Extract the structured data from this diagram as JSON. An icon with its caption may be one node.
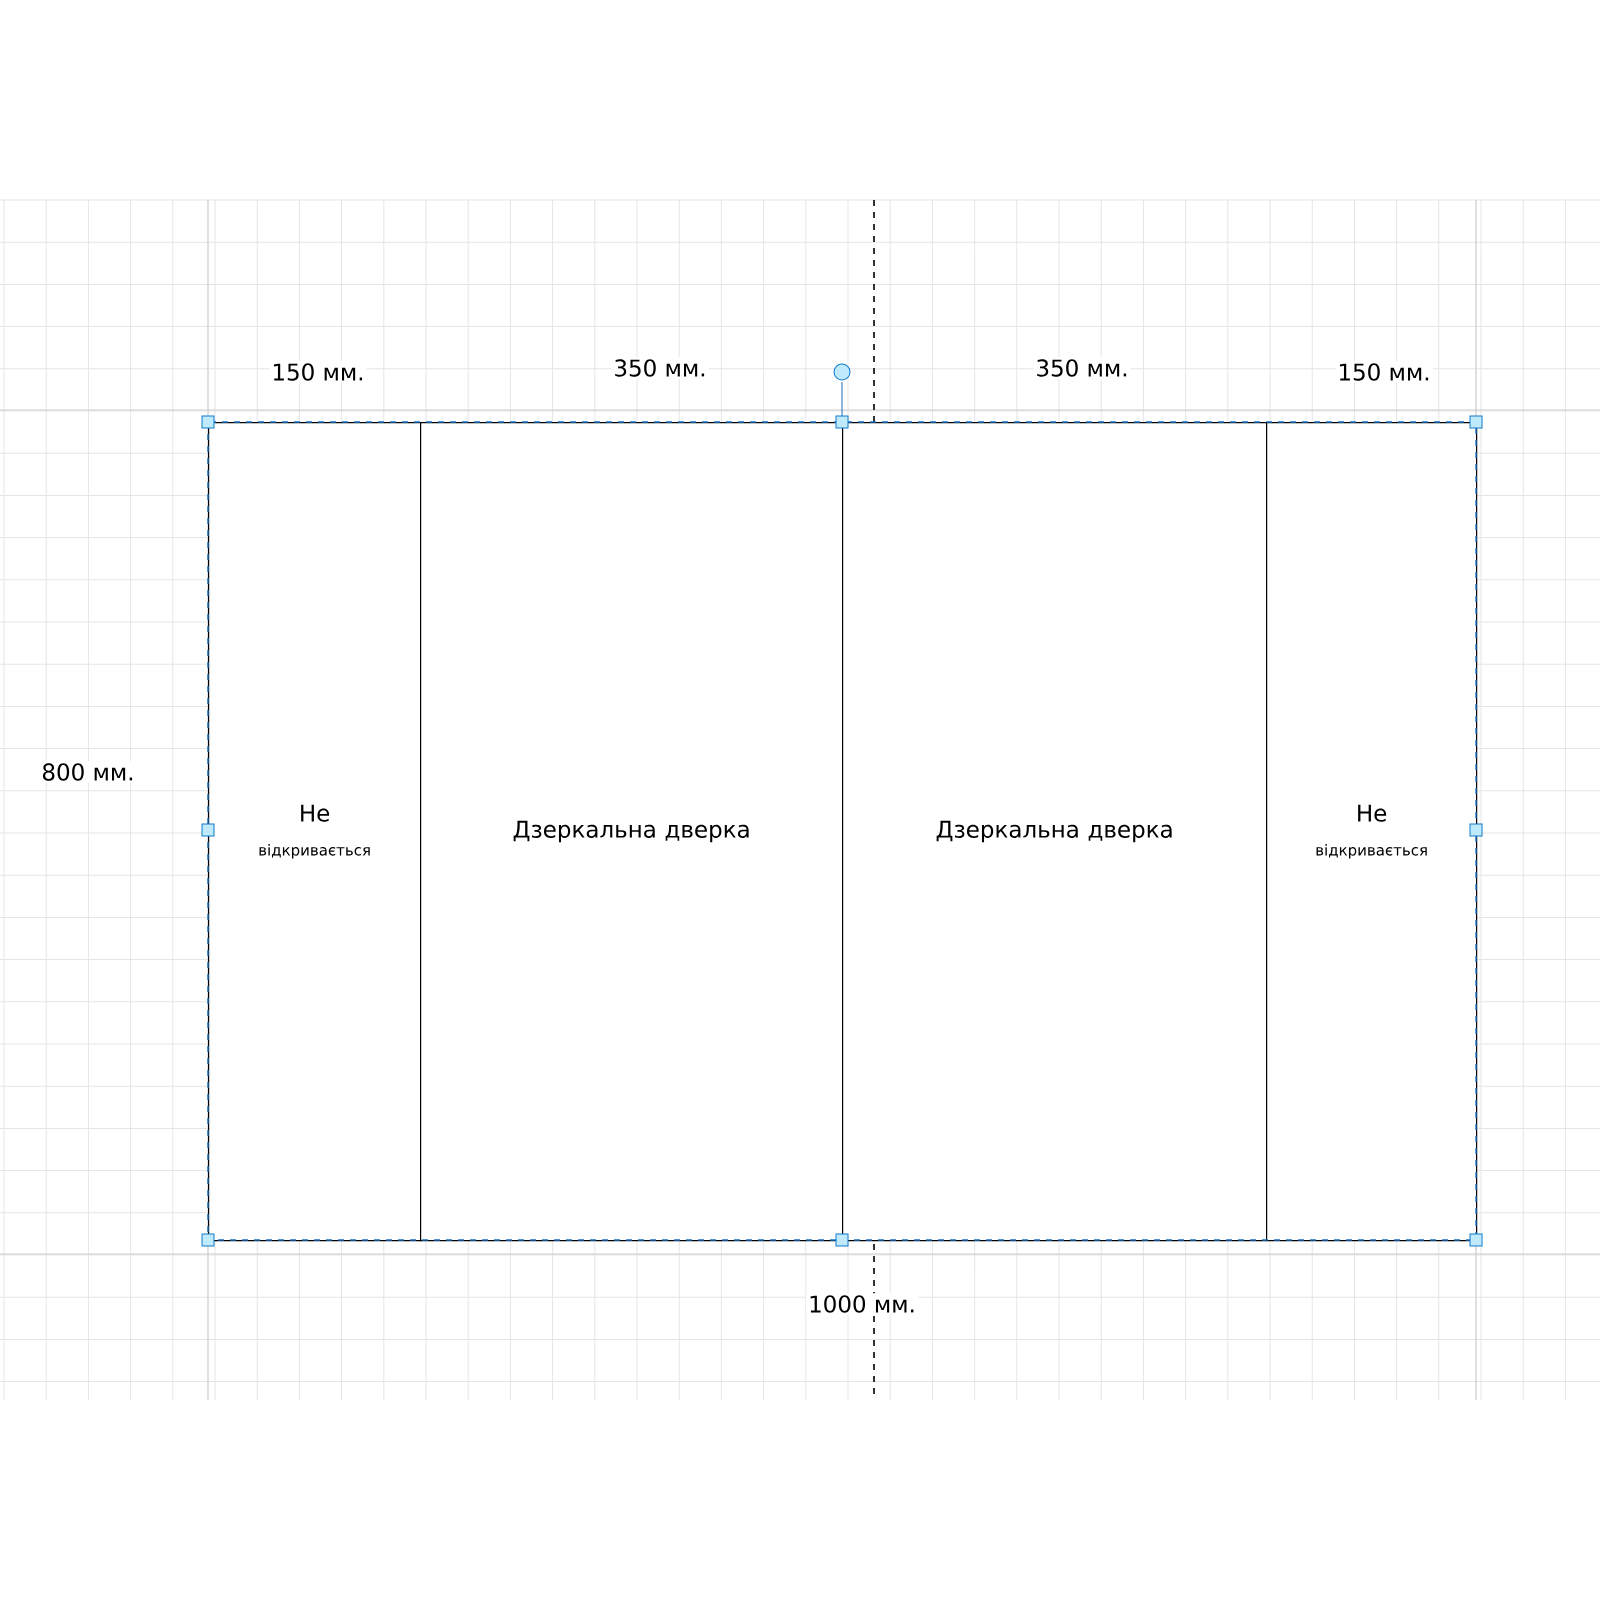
{
  "diagram": {
    "nodes": [
      {
        "text": [
          "Не",
          "відкривається"
        ]
      },
      {
        "text": [
          "Дзеркальна дверка"
        ]
      },
      {
        "text": [
          "Дзеркальна дверка"
        ]
      },
      {
        "text": [
          "Не",
          "відкривається"
        ]
      }
    ],
    "labels": [
      "150 мм.",
      "350 мм.",
      "350 мм.",
      "150 мм.",
      "800 мм.",
      "1000 мм."
    ]
  }
}
